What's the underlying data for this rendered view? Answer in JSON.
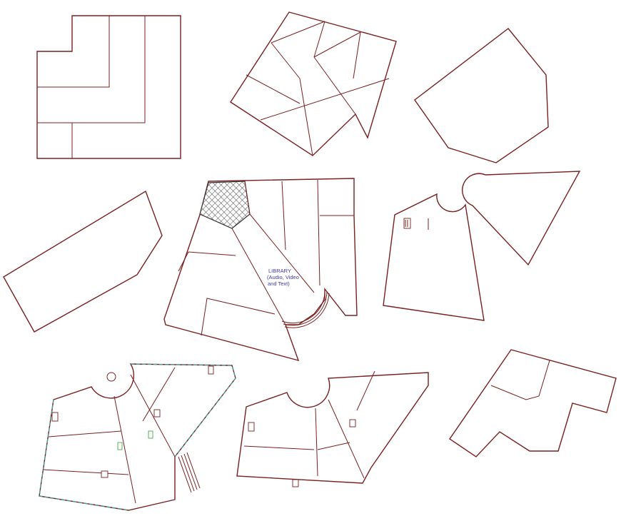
{
  "drawing": {
    "library_label_lines": [
      "LIBRARY",
      "(Audio, Video",
      "and Text)"
    ],
    "colors": {
      "wall": "#7a2020",
      "glazing": "#3aa6a0",
      "label": "#3b3bb0",
      "hatch": "#333333",
      "fixture_accent": "#4aa84a"
    }
  }
}
